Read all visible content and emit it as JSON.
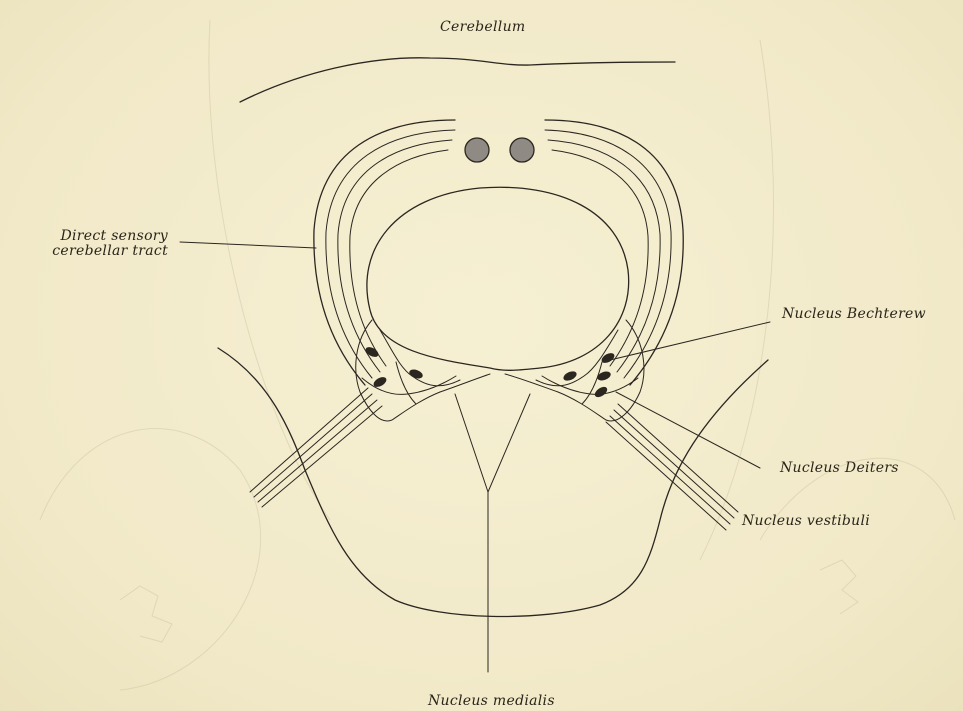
{
  "labels": {
    "cerebellum": "Cerebellum",
    "direct_sensory_line1": "Direct sensory",
    "direct_sensory_line2": "cerebellar tract",
    "nucleus_bechterew": "Nucleus Bechterew",
    "nucleus_deiters": "Nucleus Deiters",
    "nucleus_vestibuli": "Nucleus vestibuli",
    "nucleus_medialis": "Nucleus medialis"
  },
  "colors": {
    "paper": "#f3eccc",
    "ink": "#2b2620",
    "nucleus_fill": "#8f8a83"
  }
}
